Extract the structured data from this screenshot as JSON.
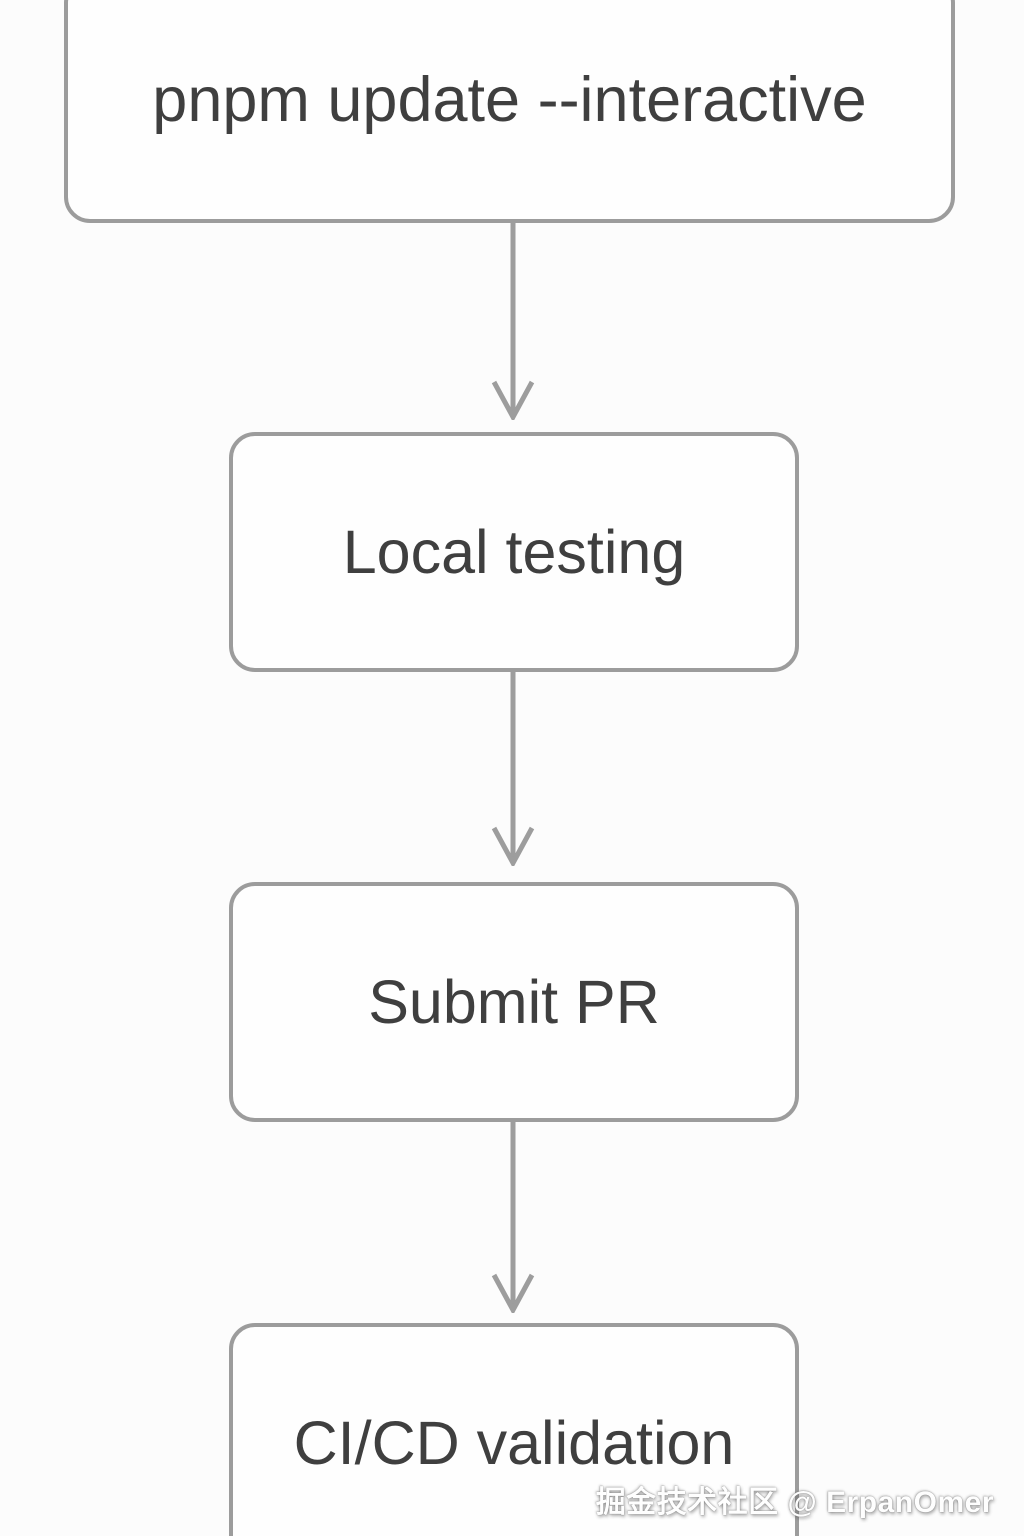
{
  "page": {
    "background_color": "#fcfcfc"
  },
  "diagram": {
    "type": "flowchart",
    "direction": "top-down",
    "nodes": [
      {
        "id": "pnpm-update-interactive",
        "label": "pnpm update --interactive"
      },
      {
        "id": "local-testing",
        "label": "Local testing"
      },
      {
        "id": "submit-pr",
        "label": "Submit PR"
      },
      {
        "id": "cicd-validation",
        "label": "CI/CD validation"
      }
    ],
    "edges": [
      {
        "from": "pnpm-update-interactive",
        "to": "local-testing"
      },
      {
        "from": "local-testing",
        "to": "submit-pr"
      },
      {
        "from": "submit-pr",
        "to": "cicd-validation"
      }
    ],
    "colors": {
      "node_border": "#9c9c9c",
      "node_fill": "#fefefe",
      "node_text": "#3f3f3f",
      "arrow": "#9d9d9d"
    }
  },
  "watermark": {
    "text": "掘金技术社区 @ ErpanOmer",
    "color": "#fefefe"
  }
}
